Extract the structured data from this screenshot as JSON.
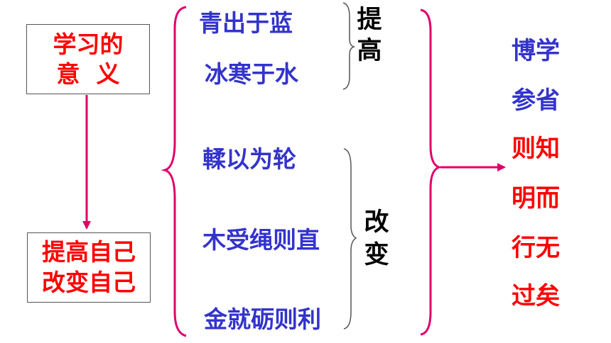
{
  "meaning_box": {
    "line1": "学习的",
    "line2": "意  义"
  },
  "result_box": {
    "line1": "提高自己",
    "line2": "改变自己"
  },
  "idioms": [
    "青出于蓝",
    "冰寒于水",
    "輮以为轮",
    "木受绳则直",
    "金就砺则利"
  ],
  "group_labels": {
    "improve": [
      "提",
      "高"
    ],
    "change": [
      "改",
      "变"
    ]
  },
  "conclusion": [
    {
      "text": "博学",
      "color": "#3333cc"
    },
    {
      "text": "参省",
      "color": "#3333cc"
    },
    {
      "text": "则知",
      "color": "#ff0000"
    },
    {
      "text": "明而",
      "color": "#ff0000"
    },
    {
      "text": "行无",
      "color": "#ff0000"
    },
    {
      "text": "过矣",
      "color": "#ff0000"
    }
  ],
  "colors": {
    "accent": "#e0006a",
    "blue": "#3333cc",
    "red": "#ff0000"
  }
}
